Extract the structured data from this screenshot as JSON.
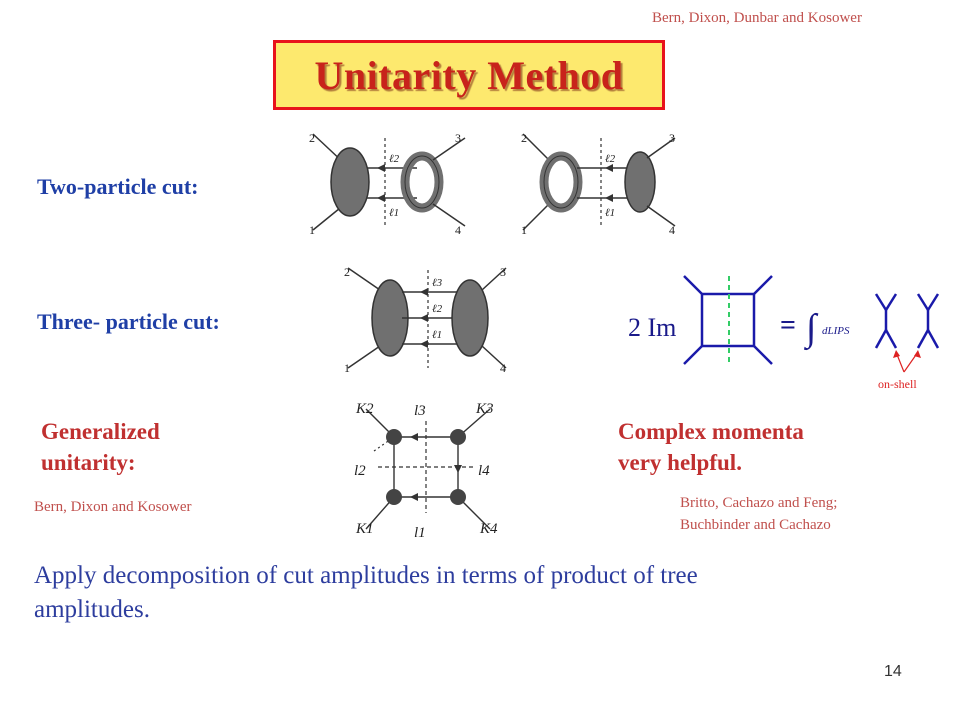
{
  "header": {
    "citation_top": "Bern, Dixon, Dunbar and Kosower",
    "title": "Unitarity Method"
  },
  "labels": {
    "two_particle": "Two-particle cut:",
    "three_particle": "Three- particle cut:",
    "generalized_line1": "Generalized",
    "generalized_line2": "unitarity:",
    "generalized_citation": "Bern, Dixon and Kosower",
    "complex_line1": "Complex momenta",
    "complex_line2": "very helpful.",
    "complex_citation_line1": "Britto, Cachazo and Feng;",
    "complex_citation_line2": "Buchbinder and Cachazo"
  },
  "diagrams": {
    "leg_labels": [
      "1",
      "2",
      "3",
      "4"
    ],
    "loop_momenta": [
      "ℓ1",
      "ℓ2",
      "ℓ3"
    ],
    "box_external": [
      "K1",
      "K2",
      "K3",
      "K4"
    ],
    "box_internal": [
      "l1",
      "l2",
      "l3",
      "l4"
    ],
    "formula_lhs": "2 Im",
    "formula_eq": "=",
    "formula_integral": "∫",
    "formula_measure": "dLIPS",
    "on_shell": "on-shell"
  },
  "body": {
    "line1": "Apply decomposition of cut amplitudes in terms of product of tree",
    "line2": "amplitudes."
  },
  "page_number": "14"
}
